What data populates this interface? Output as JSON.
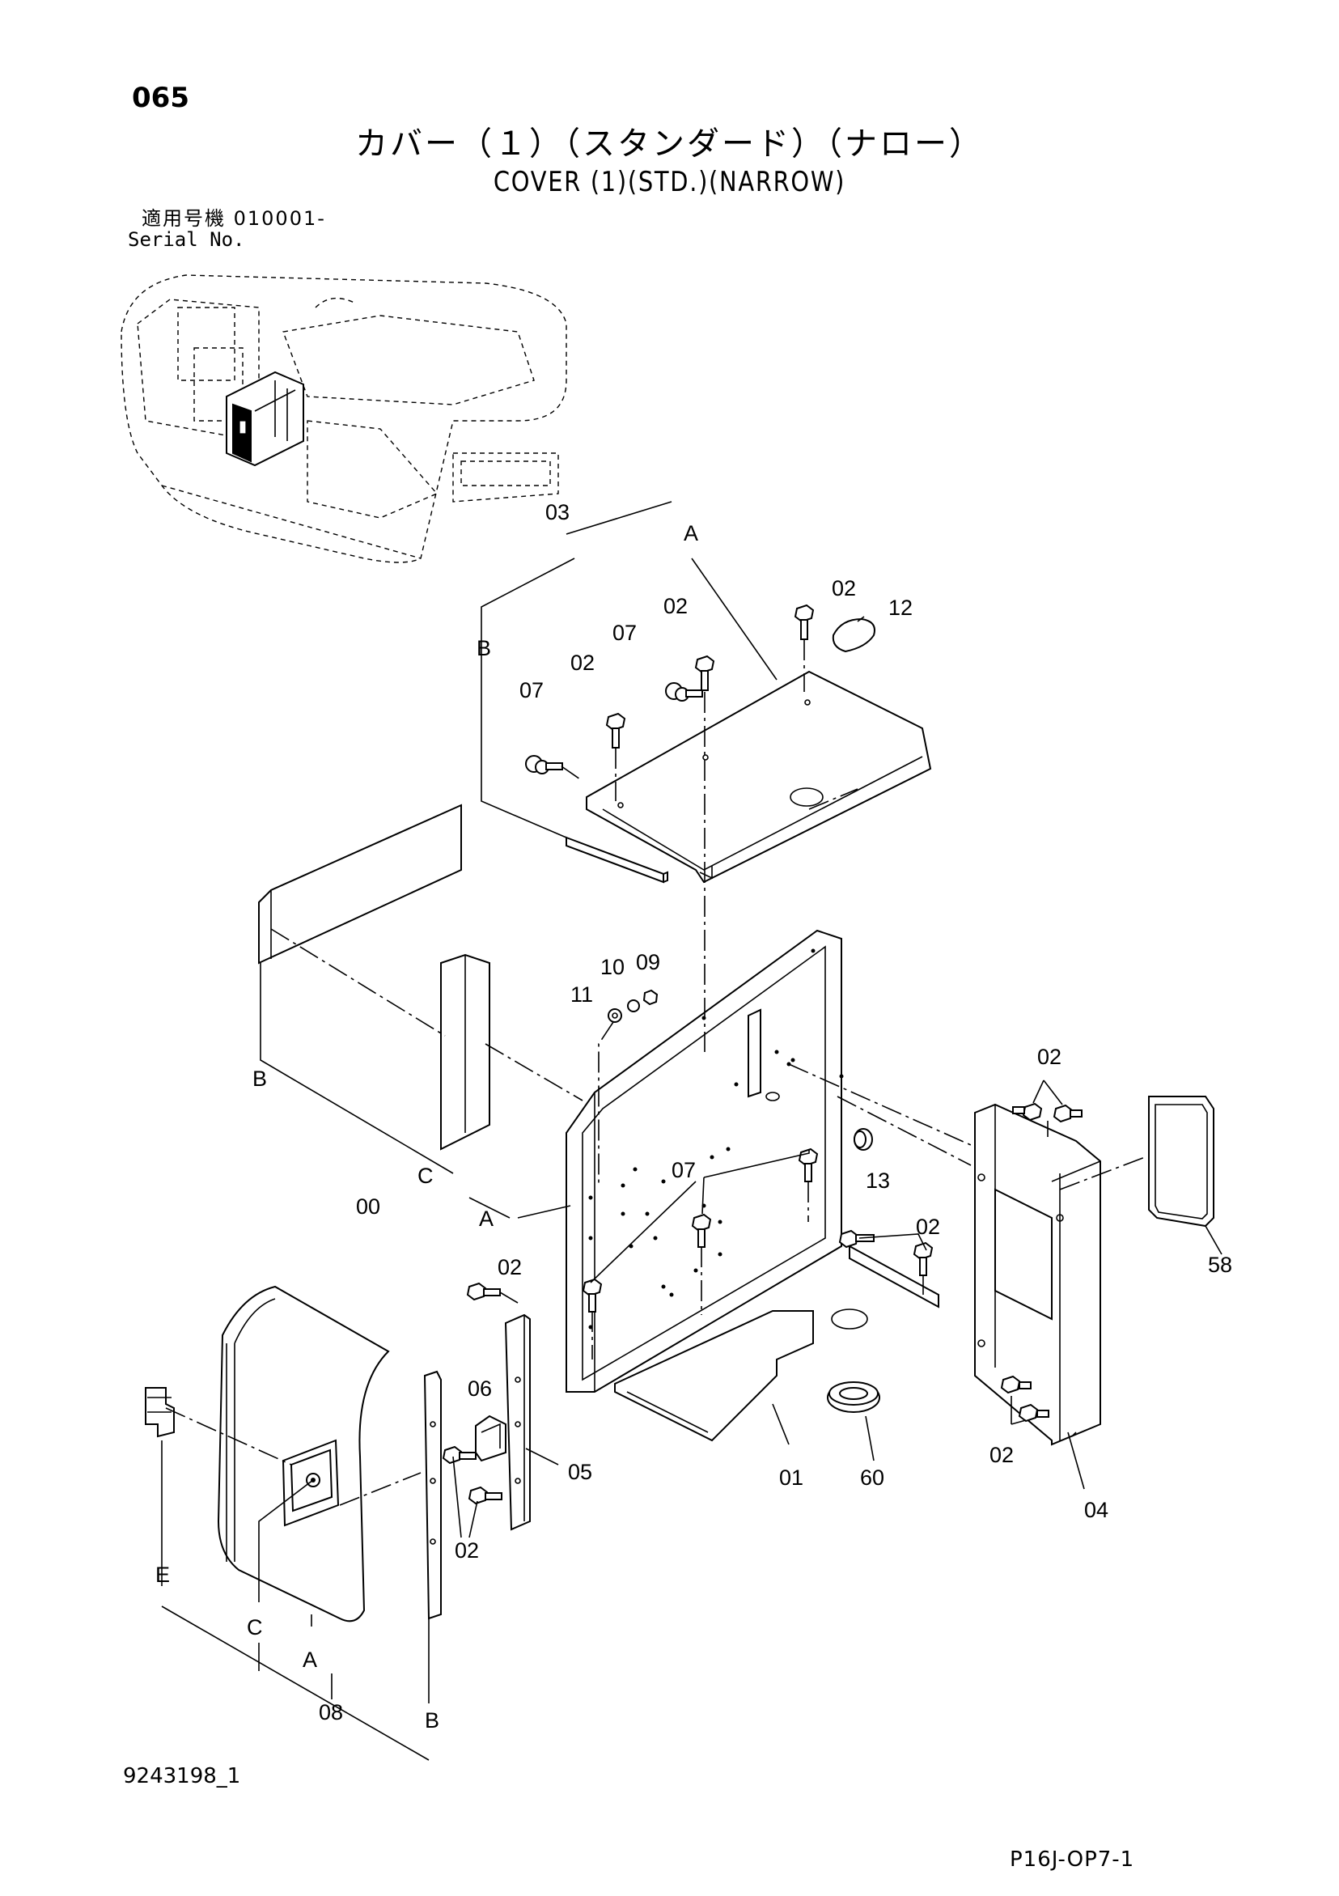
{
  "header": {
    "page_number": "065",
    "title_jp": "カバー（１）（スタンダード）（ナロー）",
    "title_en": "COVER (1)(STD.)(NARROW)",
    "serial_label_jp": "適用号機 010001-",
    "serial_label_en": "Serial No."
  },
  "footer": {
    "document_number": "9243198_1",
    "sheet_code": "P16J-OP7-1"
  },
  "callouts": {
    "c03": "03",
    "cA_top": "A",
    "cB_left": "B",
    "c02_a": "02",
    "c12": "12",
    "c02_b": "02",
    "c07_a": "07",
    "c02_c": "02",
    "c07_b": "07",
    "c10": "10",
    "c09": "09",
    "c11": "11",
    "c02_d": "02",
    "cB_mid": "B",
    "cC_mid": "C",
    "c00": "00",
    "cA_mid": "A",
    "c07_c": "07",
    "c13": "13",
    "c02_e": "02",
    "c58": "58",
    "c02_f": "02",
    "c06": "06",
    "c05": "05",
    "c02_g": "02",
    "c01": "01",
    "c60": "60",
    "c02_h": "02",
    "c04": "04",
    "cE": "E",
    "cC_low": "C",
    "cA_low": "A",
    "c08": "08",
    "cB_low": "B"
  }
}
